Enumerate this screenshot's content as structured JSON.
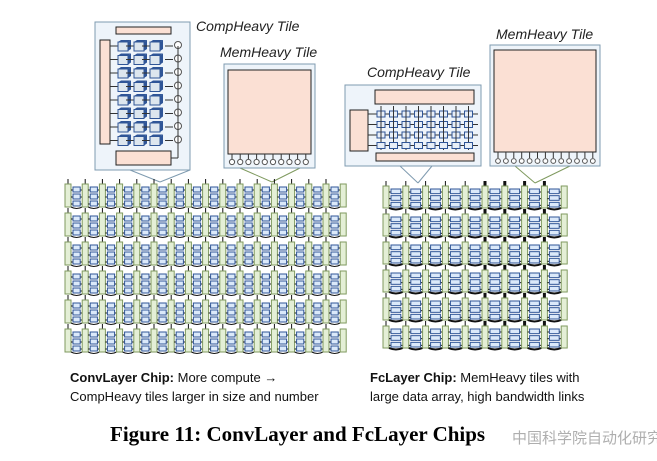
{
  "labels": {
    "left_comp_tile": "CompHeavy Tile",
    "left_mem_tile": "MemHeavy Tile",
    "right_comp_tile": "CompHeavy Tile",
    "right_mem_tile": "MemHeavy Tile"
  },
  "captions": {
    "conv_title": "ConvLayer Chip:",
    "conv_line1": " More compute →",
    "conv_line2": "CompHeavy tiles larger in size and number",
    "fc_title": "FcLayer Chip:",
    "fc_line1": " MemHeavy tiles with",
    "fc_line2": "large data array, high bandwidth links"
  },
  "figure_caption": "Figure 11: ConvLayer and FcLayer Chips",
  "watermark": "中国科学院自动化研究所",
  "colors": {
    "tile_bg": "#eef4fa",
    "tile_border": "#7f9bb0",
    "mem_fill": "#fbe0d4",
    "chip_green": "#e4efd6",
    "green_border": "#7f9a5f",
    "pe_blue": "#dbe9fa",
    "pe_border": "#2f5597"
  }
}
